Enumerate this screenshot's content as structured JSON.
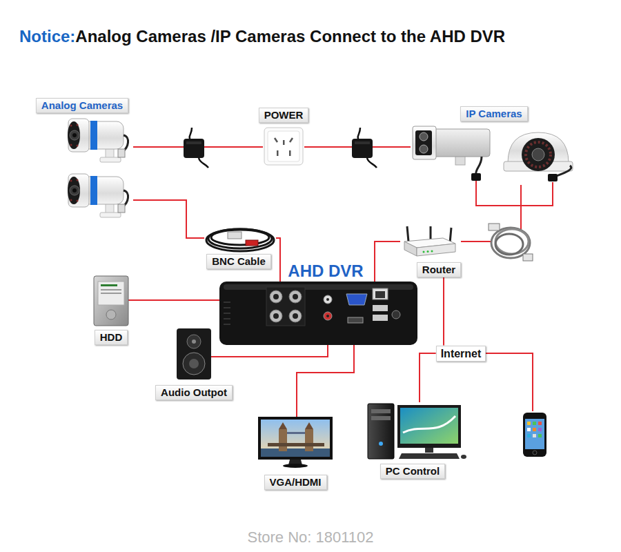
{
  "diagram": {
    "title": "Analog Cameras /IP Cameras Connect to the AHD DVR",
    "nodes": [
      {
        "text": [
          "Analog Cameras"
        ]
      },
      {
        "text": [
          "POWER"
        ]
      },
      {
        "text": [
          "IP Cameras"
        ]
      },
      {
        "text": [
          "BNC Cable"
        ]
      },
      {
        "text": [
          "Router"
        ]
      },
      {
        "text": [
          "AHD DVR"
        ]
      },
      {
        "text": [
          "HDD"
        ]
      },
      {
        "text": [
          "Internet"
        ]
      },
      {
        "text": [
          "Audio Outpot"
        ]
      },
      {
        "text": [
          "VGA/HDMI"
        ]
      },
      {
        "text": [
          "PC Control"
        ]
      }
    ],
    "edges": [
      {
        "from": 0,
        "to": 1,
        "arrow": "none"
      },
      {
        "from": 1,
        "to": 2,
        "arrow": "none"
      },
      {
        "from": 0,
        "to": 3,
        "arrow": "none"
      },
      {
        "from": 3,
        "to": 5,
        "arrow": "none"
      },
      {
        "from": 2,
        "to": 4,
        "arrow": "none"
      },
      {
        "from": 4,
        "to": 5,
        "arrow": "none"
      },
      {
        "from": 6,
        "to": 5,
        "arrow": "none"
      },
      {
        "from": 5,
        "to": 8,
        "arrow": "none"
      },
      {
        "from": 5,
        "to": 9,
        "arrow": "none"
      },
      {
        "from": 4,
        "to": 7,
        "arrow": "none"
      },
      {
        "from": 7,
        "to": 10,
        "arrow": "none"
      }
    ],
    "labels": [
      "Notice:",
      "Store No: 1801102"
    ]
  }
}
